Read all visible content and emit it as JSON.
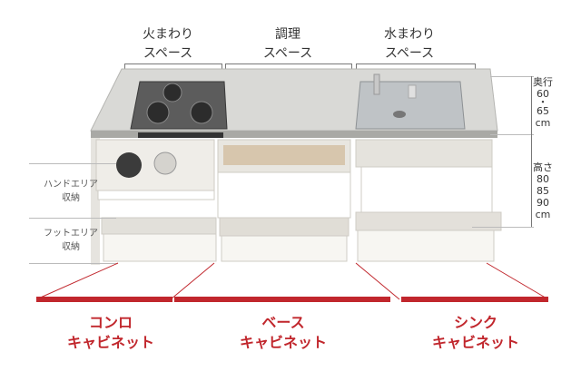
{
  "spaces": {
    "cooking": [
      "火まわり",
      "スペース"
    ],
    "prep": [
      "調理",
      "スペース"
    ],
    "water": [
      "水まわり",
      "スペース"
    ]
  },
  "dimensions": {
    "depth": [
      "奥行",
      "60",
      "・",
      "65",
      "cm"
    ],
    "height": [
      "高さ",
      "80",
      "85",
      "90",
      "cm"
    ]
  },
  "areas": {
    "hand": [
      "ハンドエリア",
      "収納"
    ],
    "foot": [
      "フットエリア",
      "収納"
    ]
  },
  "cabinets": {
    "stove": [
      "コンロ",
      "キャビネット"
    ],
    "base": [
      "ベース",
      "キャビネット"
    ],
    "sink": [
      "シンク",
      "キャビネット"
    ]
  },
  "colors": {
    "accent": "#c1272d"
  }
}
